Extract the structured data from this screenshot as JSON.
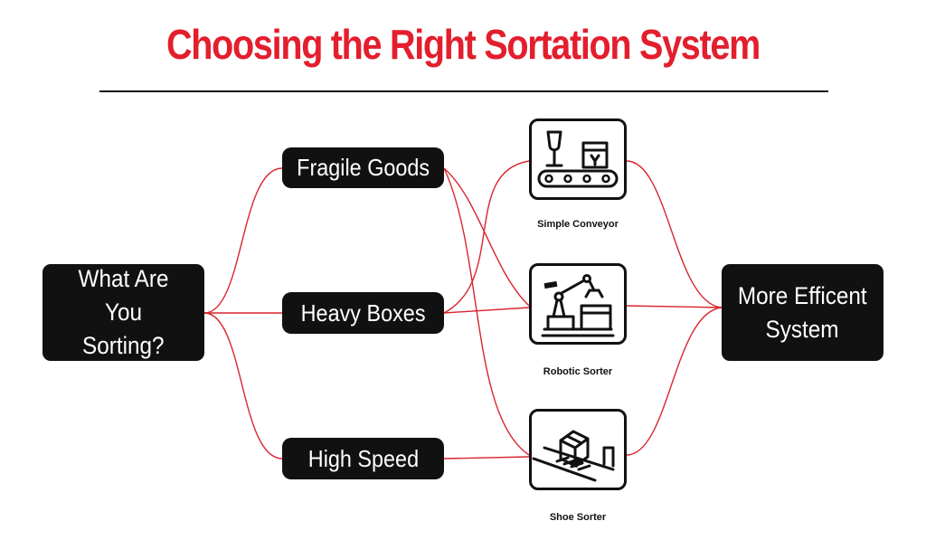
{
  "title": "Choosing the Right Sortation System",
  "colors": {
    "title": "#e31e2d",
    "connector": "#d9262e",
    "node_fill": "#111111",
    "node_text": "#ffffff"
  },
  "start_node": {
    "label_line1": "What Are You",
    "label_line2": "Sorting?"
  },
  "categories": [
    {
      "label": "Fragile Goods"
    },
    {
      "label": "Heavy Boxes"
    },
    {
      "label": "High Speed"
    }
  ],
  "systems": [
    {
      "label": "Simple Conveyor",
      "icon": "conveyor-icon"
    },
    {
      "label": "Robotic Sorter",
      "icon": "robotic-arm-icon"
    },
    {
      "label": "Shoe Sorter",
      "icon": "shoe-sorter-icon"
    }
  ],
  "end_node": {
    "label_line1": "More Efficent",
    "label_line2": "System"
  }
}
